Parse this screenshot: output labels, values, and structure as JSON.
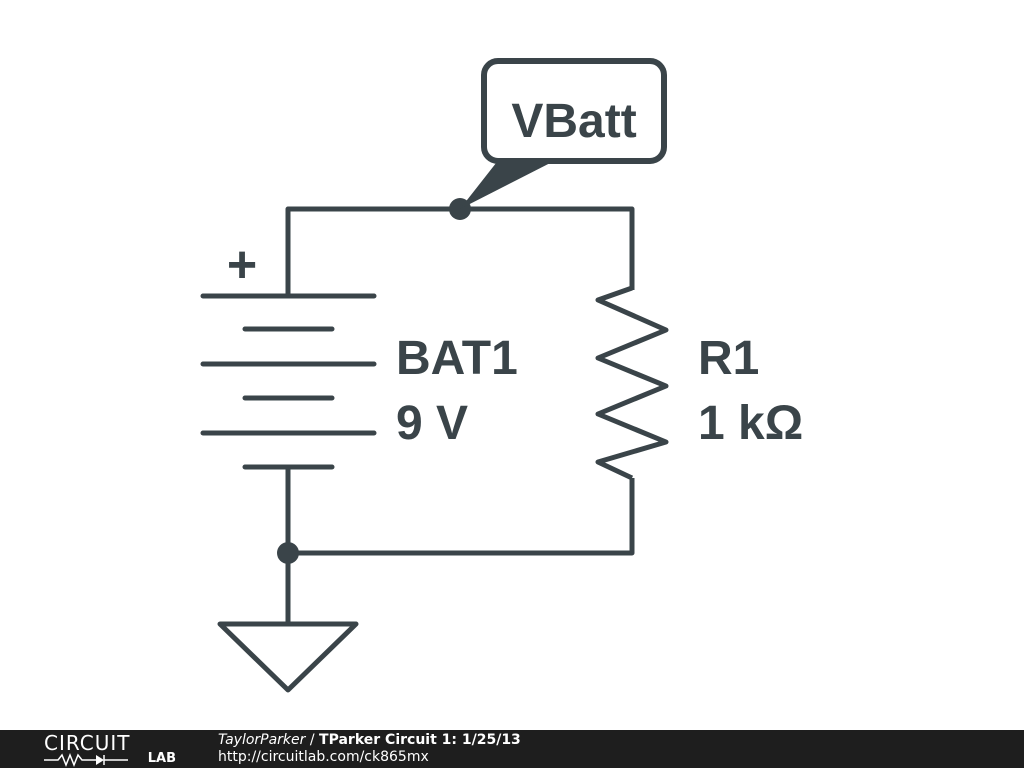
{
  "schematic": {
    "net_label": "VBatt",
    "battery": {
      "designator": "BAT1",
      "value": "9 V",
      "polarity": "+"
    },
    "resistor": {
      "designator": "R1",
      "value": "1 kΩ"
    }
  },
  "footer": {
    "logo_top": "CIRCUIT",
    "logo_bottom": "LAB",
    "author": "TaylorParker",
    "separator": " / ",
    "title": "TParker Circuit 1: 1/25/13",
    "url": "http://circuitlab.com/ck865mx"
  },
  "colors": {
    "ink": "#3a4449",
    "footer_bg": "#1e1e1e",
    "background": "#ffffff"
  }
}
